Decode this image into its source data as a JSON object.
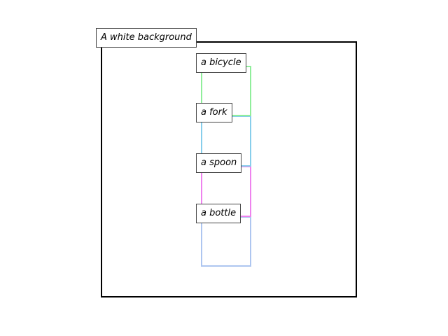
{
  "background": {
    "label": "A white background",
    "frame_color": "#000000"
  },
  "objects": [
    {
      "label": "a bicycle",
      "color": "#90ee9b"
    },
    {
      "label": "a fork",
      "color": "#87ceeb"
    },
    {
      "label": "a spoon",
      "color": "#ee82ee"
    },
    {
      "label": "a bottle",
      "color": "#aec6f0"
    }
  ]
}
